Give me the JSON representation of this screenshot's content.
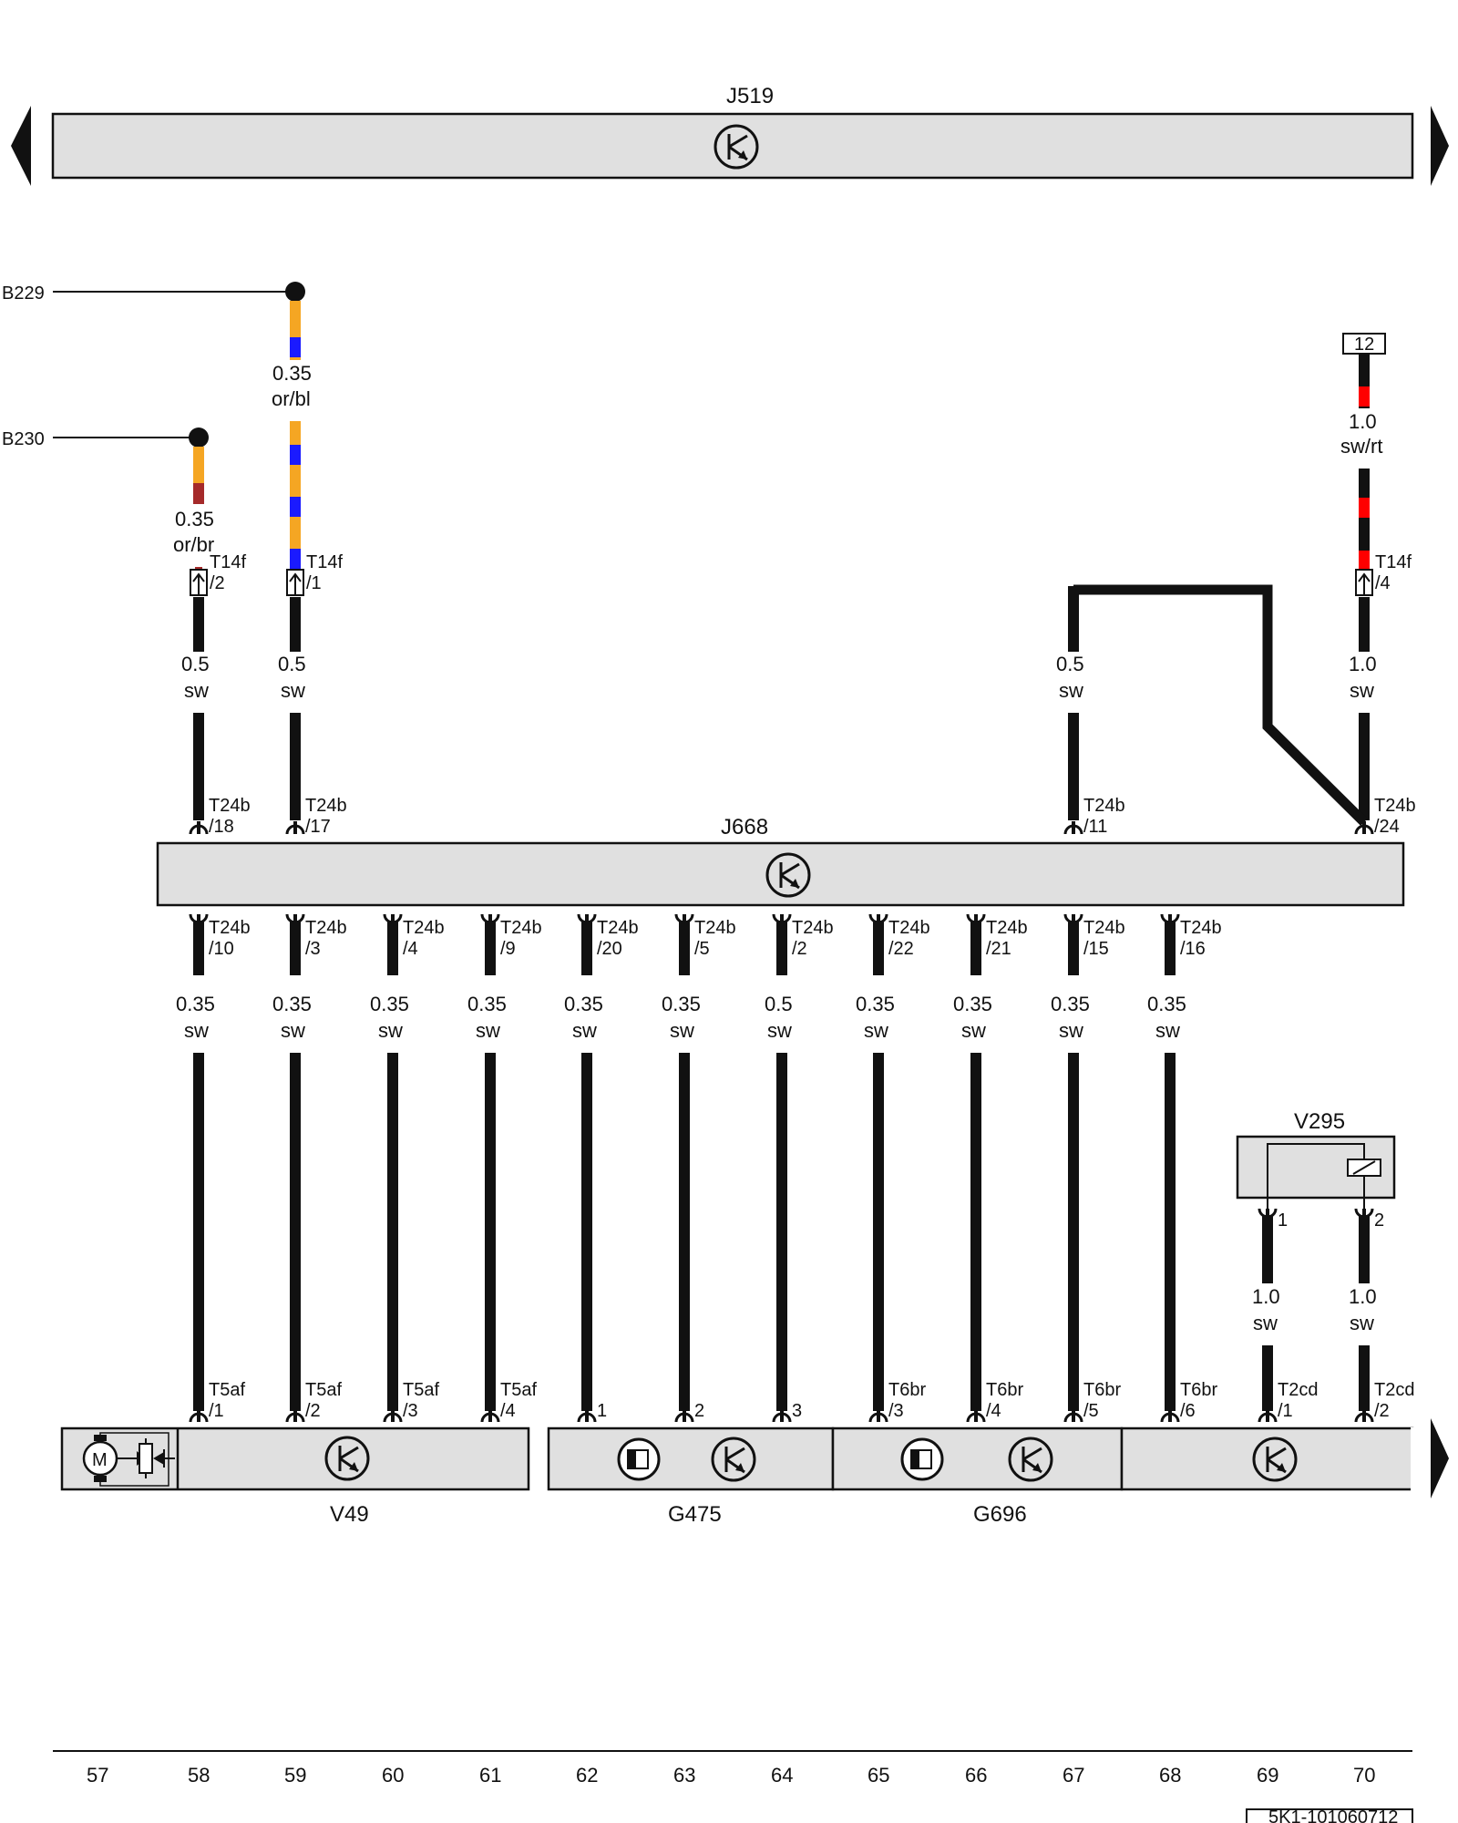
{
  "components": {
    "j519": "J519",
    "j668": "J668",
    "v295": "V295",
    "v49": "V49",
    "g475": "G475",
    "g696": "G696"
  },
  "refs": {
    "b229": "B229",
    "b230": "B230",
    "fuse": "12"
  },
  "top_wires": [
    {
      "col": 58,
      "size": "0.35",
      "color": "or/br"
    },
    {
      "col": 59,
      "size": "0.35",
      "color": "or/bl"
    },
    {
      "col": 70,
      "size": "1.0",
      "color": "sw/rt"
    }
  ],
  "mid_wires": [
    {
      "col": 58,
      "size": "0.5",
      "color": "sw"
    },
    {
      "col": 59,
      "size": "0.5",
      "color": "sw"
    },
    {
      "col": 67,
      "size": "0.5",
      "color": "sw"
    },
    {
      "col": 70,
      "size": "1.0",
      "color": "sw"
    }
  ],
  "t14f": [
    {
      "col": 58,
      "name": "T14f",
      "pin": "/2"
    },
    {
      "col": 59,
      "name": "T14f",
      "pin": "/1"
    },
    {
      "col": 70,
      "name": "T14f",
      "pin": "/4"
    }
  ],
  "j668_top_pins": [
    {
      "col": 58,
      "name": "T24b",
      "pin": "/18"
    },
    {
      "col": 59,
      "name": "T24b",
      "pin": "/17"
    },
    {
      "col": 67,
      "name": "T24b",
      "pin": "/11"
    },
    {
      "col": 70,
      "name": "T24b",
      "pin": "/24"
    }
  ],
  "j668_bottom_pins": [
    {
      "col": 58,
      "name": "T24b",
      "pin": "/10",
      "size": "0.35",
      "color": "sw"
    },
    {
      "col": 59,
      "name": "T24b",
      "pin": "/3",
      "size": "0.35",
      "color": "sw"
    },
    {
      "col": 60,
      "name": "T24b",
      "pin": "/4",
      "size": "0.35",
      "color": "sw"
    },
    {
      "col": 61,
      "name": "T24b",
      "pin": "/9",
      "size": "0.35",
      "color": "sw"
    },
    {
      "col": 62,
      "name": "T24b",
      "pin": "/20",
      "size": "0.35",
      "color": "sw"
    },
    {
      "col": 63,
      "name": "T24b",
      "pin": "/5",
      "size": "0.35",
      "color": "sw"
    },
    {
      "col": 64,
      "name": "T24b",
      "pin": "/2",
      "size": "0.5",
      "color": "sw"
    },
    {
      "col": 65,
      "name": "T24b",
      "pin": "/22",
      "size": "0.35",
      "color": "sw"
    },
    {
      "col": 66,
      "name": "T24b",
      "pin": "/21",
      "size": "0.35",
      "color": "sw"
    },
    {
      "col": 67,
      "name": "T24b",
      "pin": "/15",
      "size": "0.35",
      "color": "sw"
    },
    {
      "col": 68,
      "name": "T24b",
      "pin": "/16",
      "size": "0.35",
      "color": "sw"
    }
  ],
  "v295_pins": [
    {
      "col": 69,
      "pin": "1",
      "size": "1.0",
      "color": "sw"
    },
    {
      "col": 70,
      "pin": "2",
      "size": "1.0",
      "color": "sw"
    }
  ],
  "bottom_pins": [
    {
      "col": 58,
      "name": "T5af",
      "pin": "/1"
    },
    {
      "col": 59,
      "name": "T5af",
      "pin": "/2"
    },
    {
      "col": 60,
      "name": "T5af",
      "pin": "/3"
    },
    {
      "col": 61,
      "name": "T5af",
      "pin": "/4"
    },
    {
      "col": 62,
      "name": "",
      "pin": "1"
    },
    {
      "col": 63,
      "name": "",
      "pin": "2"
    },
    {
      "col": 64,
      "name": "",
      "pin": "3"
    },
    {
      "col": 65,
      "name": "T6br",
      "pin": "/3"
    },
    {
      "col": 66,
      "name": "T6br",
      "pin": "/4"
    },
    {
      "col": 67,
      "name": "T6br",
      "pin": "/5"
    },
    {
      "col": 68,
      "name": "T6br",
      "pin": "/6"
    },
    {
      "col": 69,
      "name": "T2cd",
      "pin": "/1"
    },
    {
      "col": 70,
      "name": "T2cd",
      "pin": "/2"
    }
  ],
  "motor_label": "M",
  "columns": [
    "57",
    "58",
    "59",
    "60",
    "61",
    "62",
    "63",
    "64",
    "65",
    "66",
    "67",
    "68",
    "69",
    "70"
  ],
  "doc_id": "5K1-101060712",
  "colors": {
    "sw": "#111111",
    "or": "#f5a623",
    "bl": "#1a1aff",
    "br": "#a52a2a",
    "rt": "#ff0000",
    "component_fill": "#e0e0e0"
  }
}
